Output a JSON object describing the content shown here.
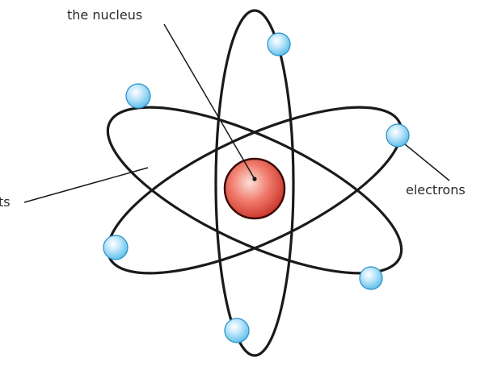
{
  "labels": {
    "nucleus": "the nucleus",
    "electrons": "electrons",
    "orbits": "ts"
  },
  "colors": {
    "orbit_line": "#1a1a1a",
    "electron_fill_center": "#ffffff",
    "electron_fill_mid": "#bfe6fb",
    "electron_fill_edge": "#62c0ea",
    "electron_stroke": "#2a8fc7",
    "nucleus_fill_center": "#fbe0d8",
    "nucleus_fill_mid": "#f07b6c",
    "nucleus_fill_edge": "#c0251b",
    "nucleus_stroke": "#3a0a06",
    "text": "#2b2b2b",
    "background": "#ffffff"
  },
  "counts": {
    "orbits": 3,
    "electrons": 6,
    "nucleus": 1
  }
}
